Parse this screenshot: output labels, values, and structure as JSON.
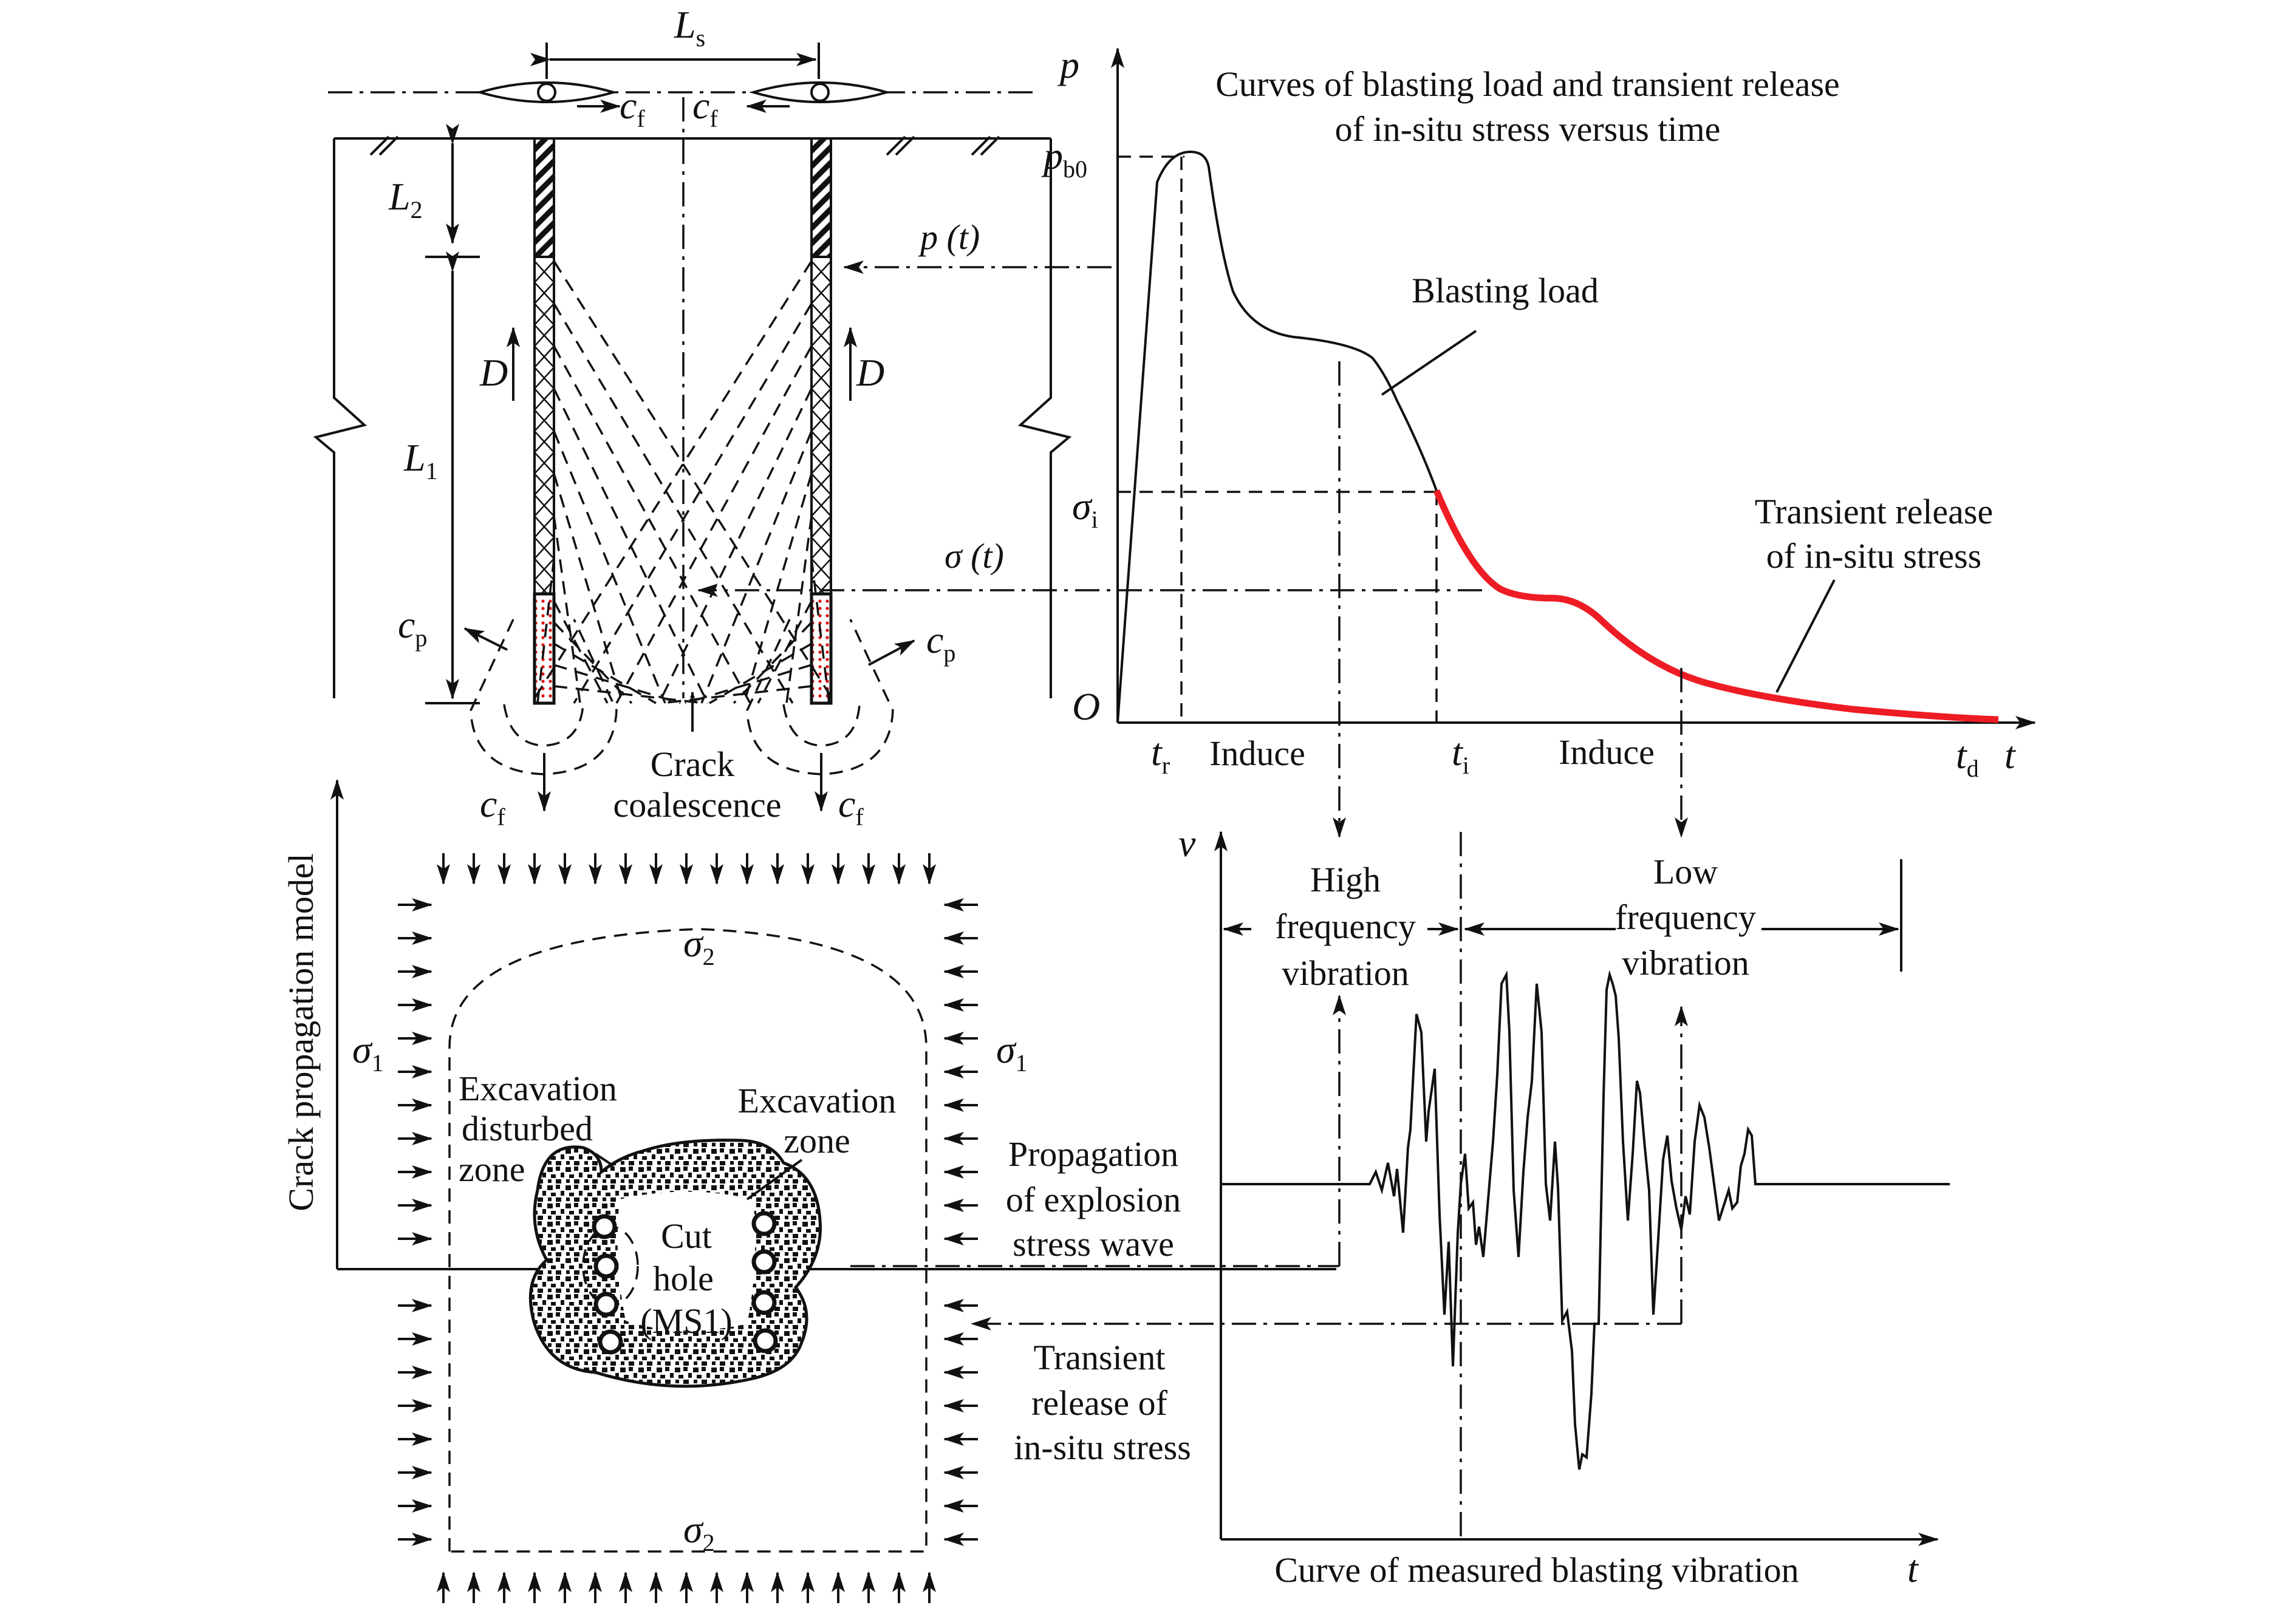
{
  "top_left": {
    "spacing": "L",
    "spacing_sub": "s",
    "stemming": "L",
    "stemming_sub": "2",
    "charge": "L",
    "charge_sub": "1",
    "detonation_left": "D",
    "detonation_right": "D",
    "cf": "c",
    "cf_sub": "f",
    "cp": "c",
    "cp_sub": "p",
    "load_label": "p (t)",
    "stress_label": "σ (t)",
    "crack_label_1": "Crack",
    "crack_label_2": "coalescence"
  },
  "load_chart": {
    "title_line1": "Curves of blasting load and transient release",
    "title_line2": "of in-situ stress versus time",
    "y_axis": "p",
    "x_axis": "t",
    "origin": "O",
    "peak_label": "p",
    "peak_sub": "b0",
    "sigma_label": "σ",
    "sigma_sub": "i",
    "tr": "t",
    "tr_sub": "r",
    "ti": "t",
    "ti_sub": "i",
    "td": "t",
    "td_sub": "d",
    "induce_1": "Induce",
    "induce_2": "Induce",
    "curve1_label": "Blasting load",
    "curve2_label_1": "Transient release",
    "curve2_label_2": "of in-situ stress",
    "curve1_color": "#111111",
    "curve2_color": "#ee1c24"
  },
  "side": {
    "model_label": "Crack propagation model"
  },
  "tunnel": {
    "sigma1": "σ",
    "sigma1_sub": "1",
    "sigma2": "σ",
    "sigma2_sub": "2",
    "edz_1": "Excavation",
    "edz_2": "disturbed",
    "edz_3": "zone",
    "ez_1": "Excavation",
    "ez_2": "zone",
    "cut_1": "Cut",
    "cut_2": "hole",
    "cut_3": "(MS1)"
  },
  "middle": {
    "wave_1": "Propagation",
    "wave_2": "of explosion",
    "wave_3": "stress wave",
    "release_1": "Transient",
    "release_2": "release of",
    "release_3": "in-situ stress"
  },
  "vibration": {
    "y_axis": "v",
    "x_axis": "t",
    "title": "Curve of measured blasting vibration",
    "high_1": "High",
    "high_2": "frequency",
    "high_3": "vibration",
    "low_1": "Low",
    "low_2": "frequency",
    "low_3": "vibration"
  }
}
